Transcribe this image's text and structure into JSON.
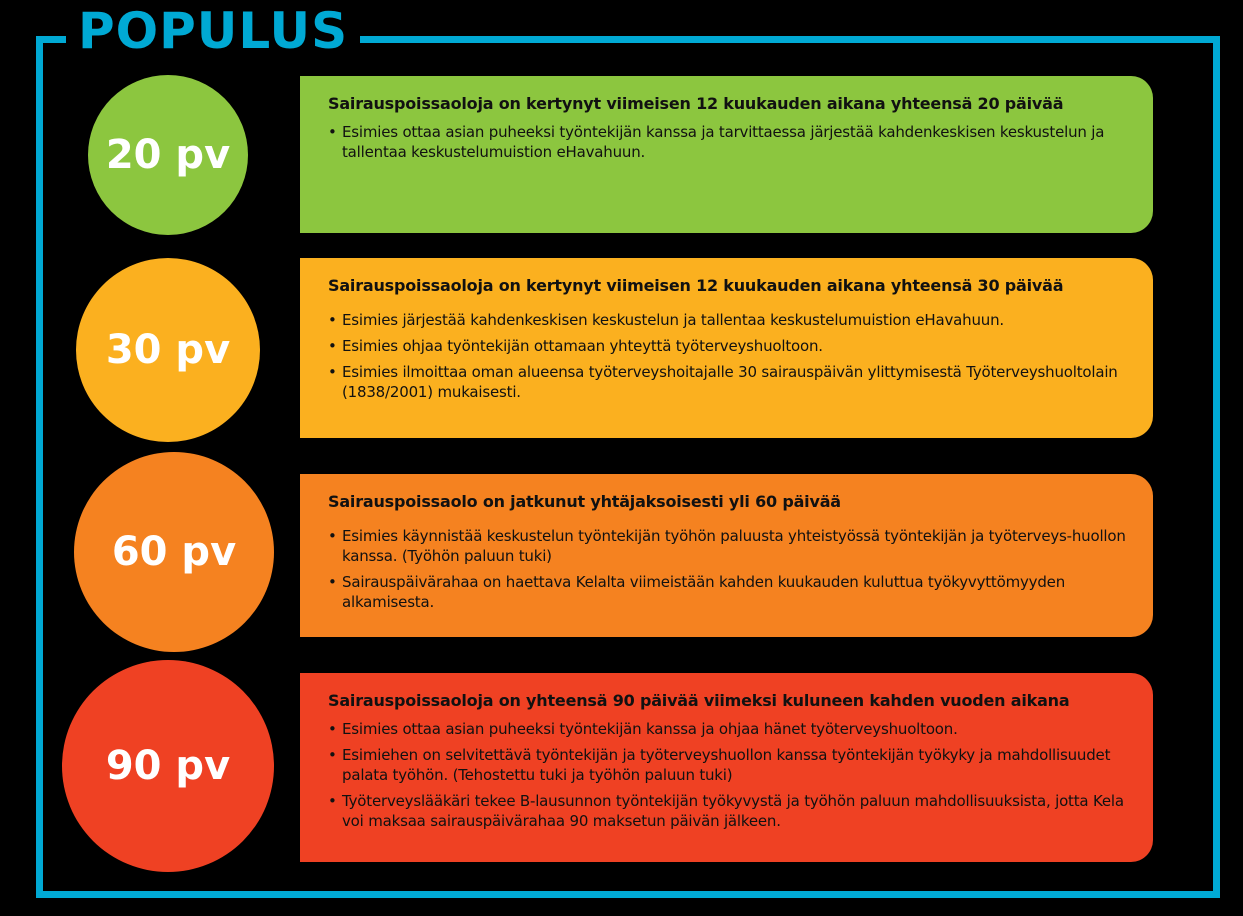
{
  "title": "POPULUS",
  "colors": {
    "frame": "#00a9d4",
    "green": "#8cc63f",
    "yellow": "#fbb01f",
    "orange": "#f58220",
    "red": "#ef4123"
  },
  "stages": [
    {
      "circle_label": "20 pv",
      "heading": "Sairauspoissaoloja on kertynyt viimeisen 12 kuukauden aikana yhteensä 20 päivää",
      "bullets": [
        "Esimies ottaa asian puheeksi työntekijän kanssa ja tarvittaessa järjestää kahdenkeskisen keskustelun ja tallentaa keskustelumuistion eHavahuun."
      ]
    },
    {
      "circle_label": "30 pv",
      "heading": "Sairauspoissaoloja on kertynyt viimeisen 12 kuukauden aikana yhteensä 30 päivää",
      "bullets": [
        "Esimies järjestää kahdenkeskisen keskustelun ja tallentaa keskustelumuistion eHavahuun.",
        "Esimies ohjaa työntekijän ottamaan yhteyttä työterveyshuoltoon.",
        "Esimies ilmoittaa oman alueensa työterveyshoitajalle 30 sairauspäivän ylittymisestä Työterveyshuoltolain (1838/2001) mukaisesti."
      ]
    },
    {
      "circle_label": "60 pv",
      "heading": "Sairauspoissaolo on jatkunut yhtäjaksoisesti yli 60 päivää",
      "bullets": [
        "Esimies käynnistää keskustelun työntekijän työhön paluusta yhteistyössä työntekijän ja työterveys-huollon kanssa. (Työhön paluun tuki)",
        "Sairauspäivärahaa on haettava Kelalta viimeistään kahden kuukauden kuluttua työkyvyttömyyden alkamisesta."
      ]
    },
    {
      "circle_label": "90 pv",
      "heading": "Sairauspoissaoloja on yhteensä 90 päivää viimeksi kuluneen kahden vuoden aikana",
      "bullets": [
        "Esimies ottaa asian puheeksi työntekijän kanssa ja ohjaa hänet työterveyshuoltoon.",
        "Esimiehen on selvitettävä työntekijän ja työterveyshuollon kanssa työntekijän työkyky ja mahdollisuudet palata työhön. (Tehostettu tuki ja työhön paluun tuki)",
        "Työterveyslääkäri tekee B-lausunnon työntekijän työkyvystä ja työhön paluun mahdollisuuksista, jotta Kela voi maksaa sairauspäivärahaa 90 maksetun päivän jälkeen."
      ]
    }
  ]
}
